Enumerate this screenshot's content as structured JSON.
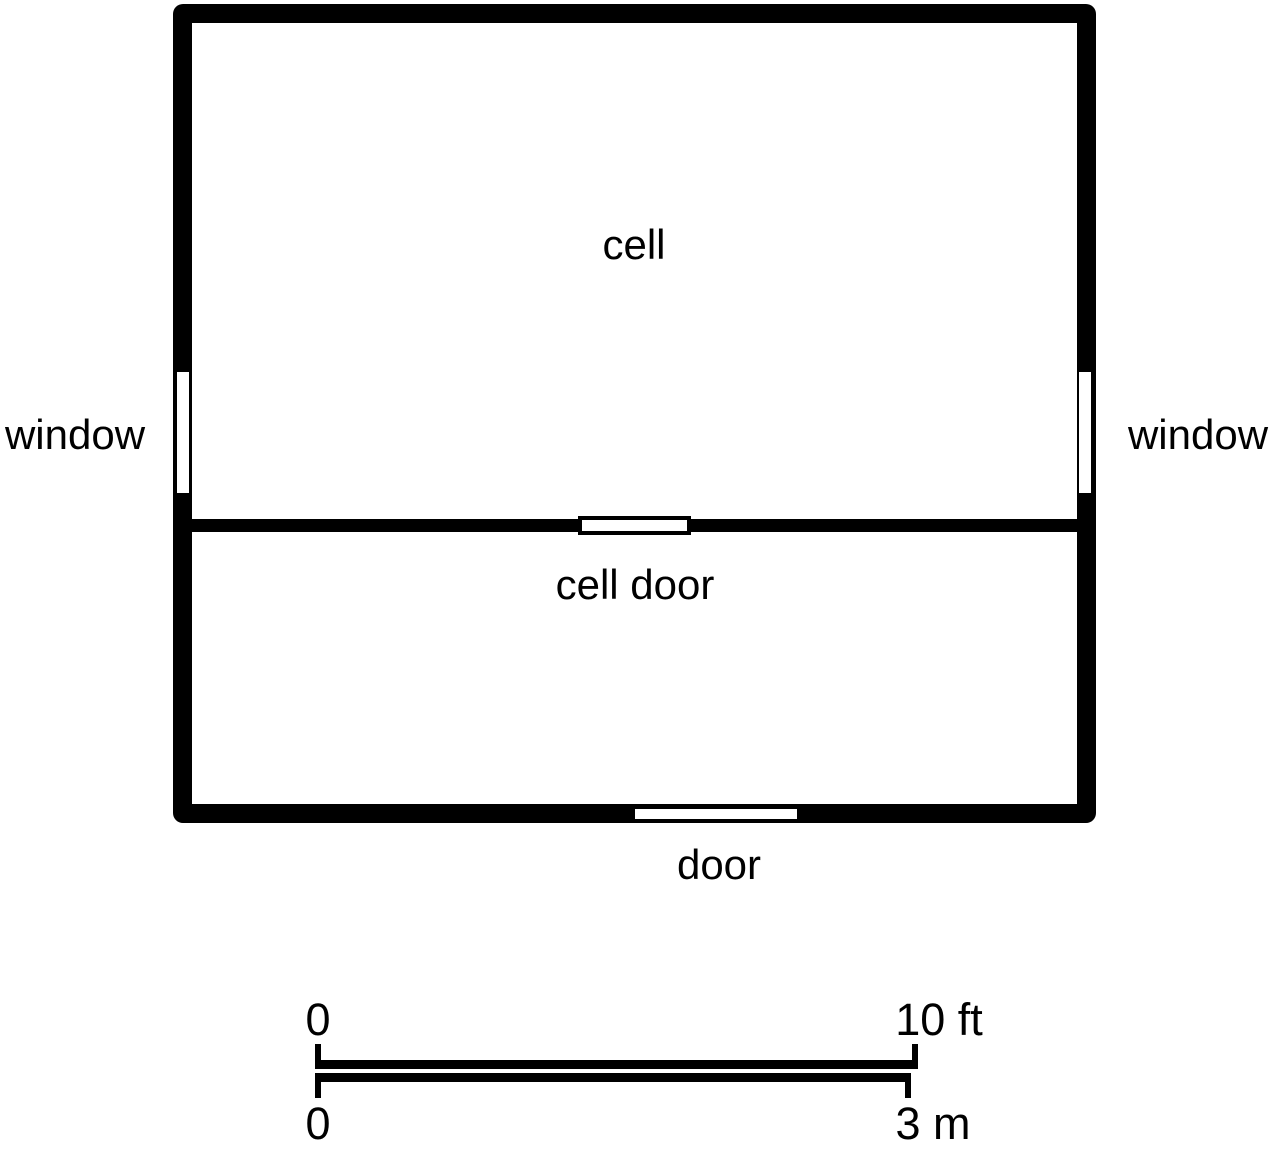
{
  "diagram": {
    "type": "floor-plan",
    "labels": {
      "cell": "cell",
      "cell_door": "cell door",
      "window_left": "window",
      "window_right": "window",
      "door": "door"
    },
    "scale": {
      "feet_start": "0",
      "feet_end": "10 ft",
      "meters_start": "0",
      "meters_end": "3 m"
    },
    "colors": {
      "wall": "#000000",
      "background": "#ffffff"
    }
  }
}
